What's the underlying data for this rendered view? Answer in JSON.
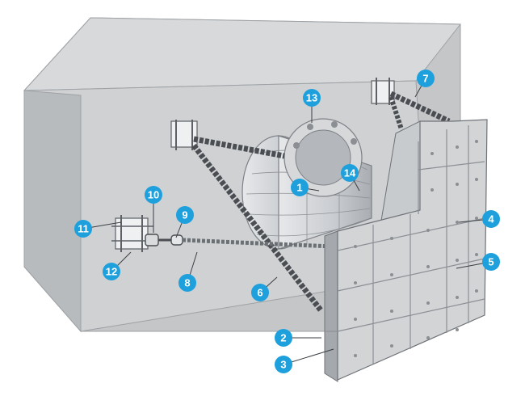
{
  "diagram": {
    "accent_color": "#1ea0dc",
    "leader_color": "#3a3f44",
    "callouts": [
      {
        "id": "c1",
        "label": "1"
      },
      {
        "id": "c2",
        "label": "2"
      },
      {
        "id": "c3",
        "label": "3"
      },
      {
        "id": "c4",
        "label": "4"
      },
      {
        "id": "c5",
        "label": "5"
      },
      {
        "id": "c6",
        "label": "6"
      },
      {
        "id": "c7",
        "label": "7"
      },
      {
        "id": "c8",
        "label": "8"
      },
      {
        "id": "c9",
        "label": "9"
      },
      {
        "id": "c10",
        "label": "10"
      },
      {
        "id": "c11",
        "label": "11"
      },
      {
        "id": "c12",
        "label": "12"
      },
      {
        "id": "c13",
        "label": "13"
      },
      {
        "id": "c14",
        "label": "14"
      }
    ]
  }
}
